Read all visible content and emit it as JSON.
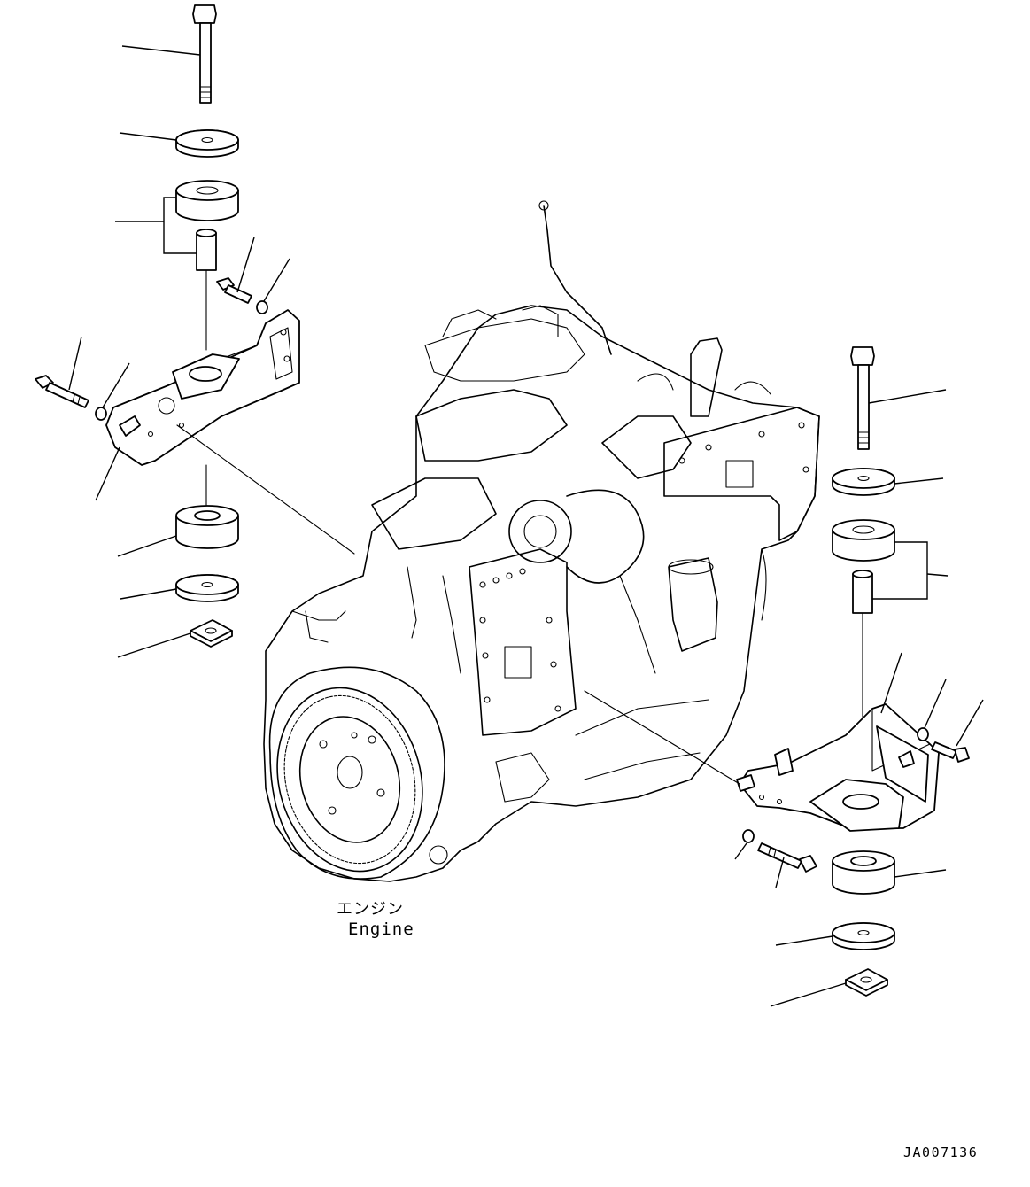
{
  "labels": {
    "engine_jp": "エンジン",
    "engine_en": "Engine",
    "drawing_code": "JA007136"
  },
  "colors": {
    "line": "#000000",
    "background": "#ffffff"
  }
}
